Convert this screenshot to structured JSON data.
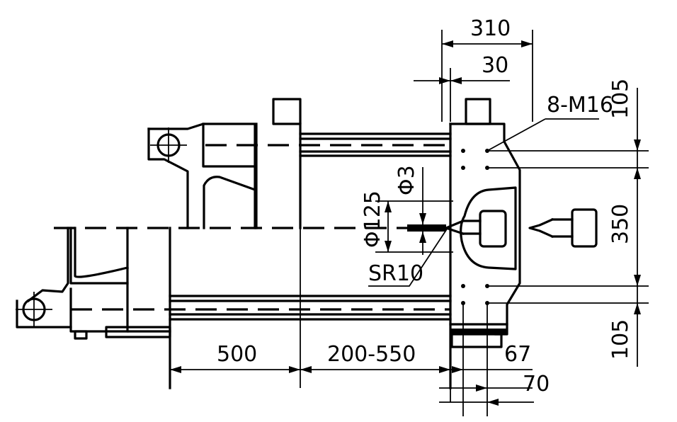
{
  "labels": {
    "dim_310": "310",
    "dim_30": "30",
    "thread": "8-M16",
    "dim_105_top": "105",
    "dim_350": "350",
    "dim_105_bottom": "105",
    "phi3": "Φ3",
    "phi125": "Φ125",
    "sr10": "SR10",
    "dim_500": "500",
    "dim_200_550": "200-550",
    "dim_67": "67",
    "dim_70": "70"
  }
}
